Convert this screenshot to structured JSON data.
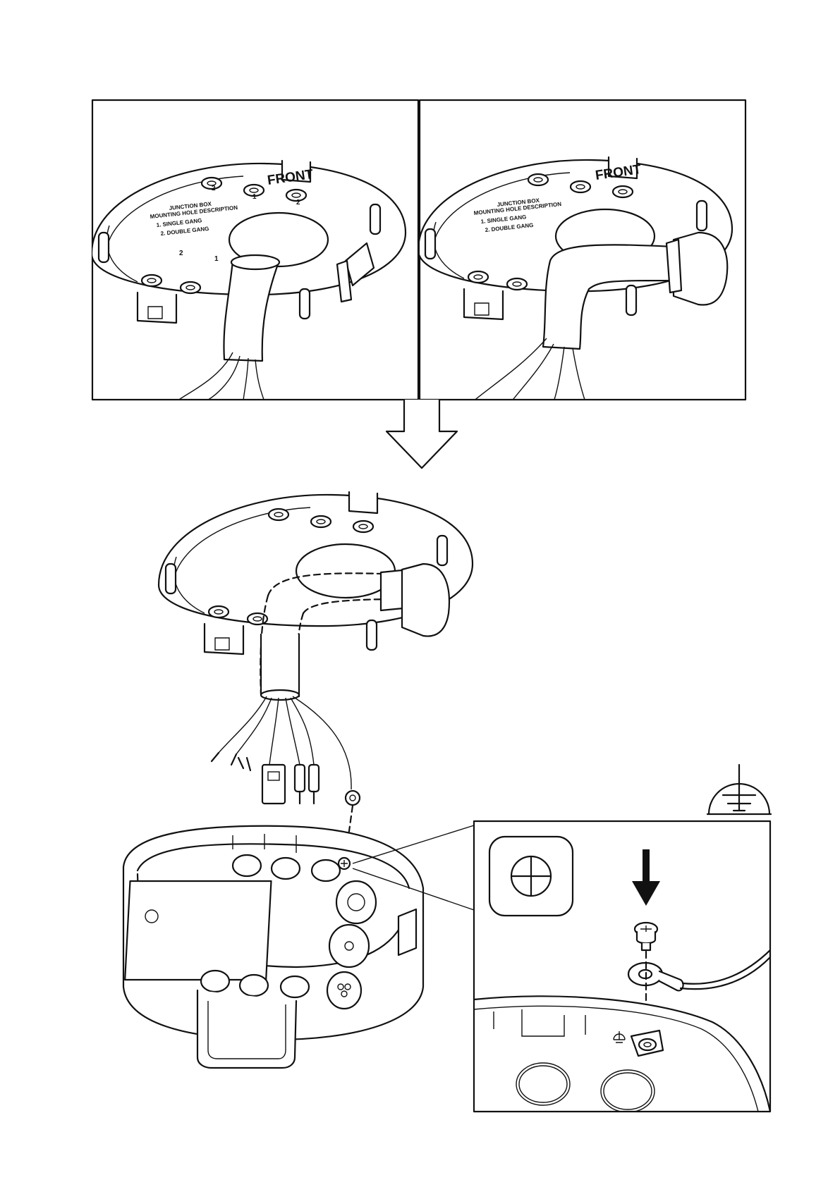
{
  "plate": {
    "logo_text": "FRONT",
    "box_title": "JUNCTION BOX",
    "holes_title": "MOUNTING HOLE DESCRIPTION",
    "option_1": "1. SINGLE GANG",
    "option_2": "2. DOUBLE GANG",
    "hole_num_1": "1",
    "hole_num_2": "2"
  },
  "icons": {
    "ground": "protective-earth-icon",
    "screwdriver": "phillips-screwdriver-icon",
    "arrow": "down-arrow-icon"
  }
}
